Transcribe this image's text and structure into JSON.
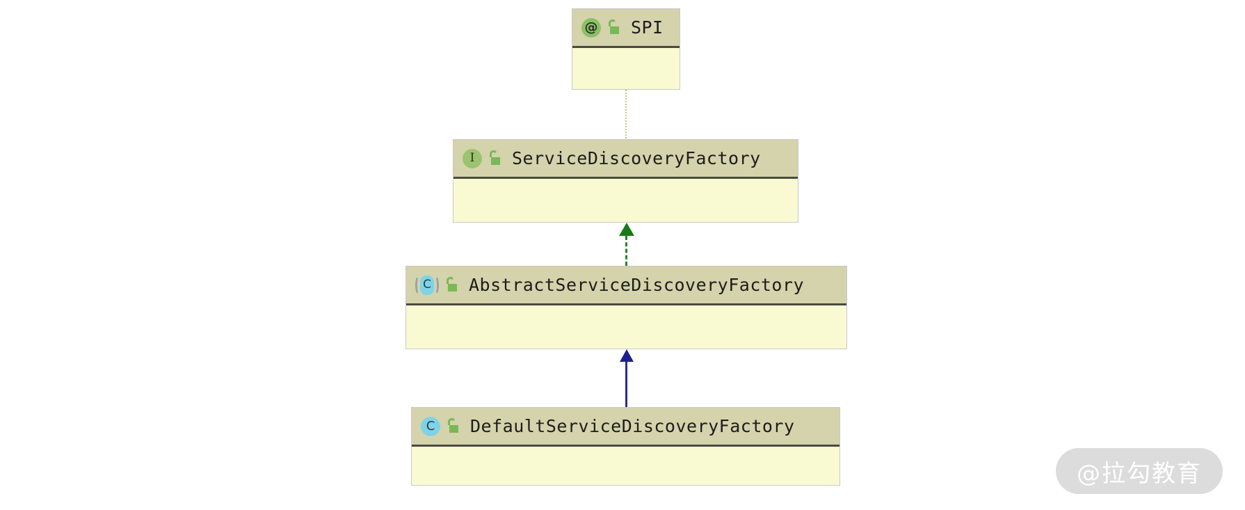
{
  "diagram": {
    "type": "uml-class-diagram",
    "background_color": "#ffffff",
    "header_color": "#d4d3ab",
    "body_color": "#fafad2",
    "nodes": [
      {
        "id": "spi",
        "name": "SPI",
        "stereotype": "annotation",
        "stereotype_glyph": "@",
        "visibility": "public",
        "visibility_icon": "unlock-icon",
        "icon_color": "#8cc163"
      },
      {
        "id": "service-discovery-factory",
        "name": "ServiceDiscoveryFactory",
        "stereotype": "interface",
        "stereotype_glyph": "I",
        "visibility": "public",
        "visibility_icon": "unlock-icon",
        "icon_color": "#9cc46e"
      },
      {
        "id": "abstract-service-discovery-factory",
        "name": "AbstractServiceDiscoveryFactory",
        "stereotype": "abstract-class",
        "stereotype_glyph": "C",
        "visibility": "public",
        "visibility_icon": "unlock-icon",
        "icon_color": "#7fd3e8"
      },
      {
        "id": "default-service-discovery-factory",
        "name": "DefaultServiceDiscoveryFactory",
        "stereotype": "class",
        "stereotype_glyph": "C",
        "visibility": "public",
        "visibility_icon": "unlock-icon",
        "icon_color": "#7fd3e8"
      }
    ],
    "connectors": [
      {
        "id": "annotation-link",
        "from": "spi",
        "to": "service-discovery-factory",
        "style": "dotted",
        "color": "#c9c47a",
        "arrowhead": "none"
      },
      {
        "id": "realization-link",
        "from": "abstract-service-discovery-factory",
        "to": "service-discovery-factory",
        "style": "dashed",
        "color": "#1a7a1a",
        "arrowhead": "filled-triangle"
      },
      {
        "id": "generalization-link",
        "from": "default-service-discovery-factory",
        "to": "abstract-service-discovery-factory",
        "style": "solid",
        "color": "#1f1f8c",
        "arrowhead": "filled-triangle"
      }
    ]
  },
  "watermark": {
    "text": "@拉勾教育",
    "background_color": "#dcdcdc",
    "text_color": "#ffffff"
  }
}
